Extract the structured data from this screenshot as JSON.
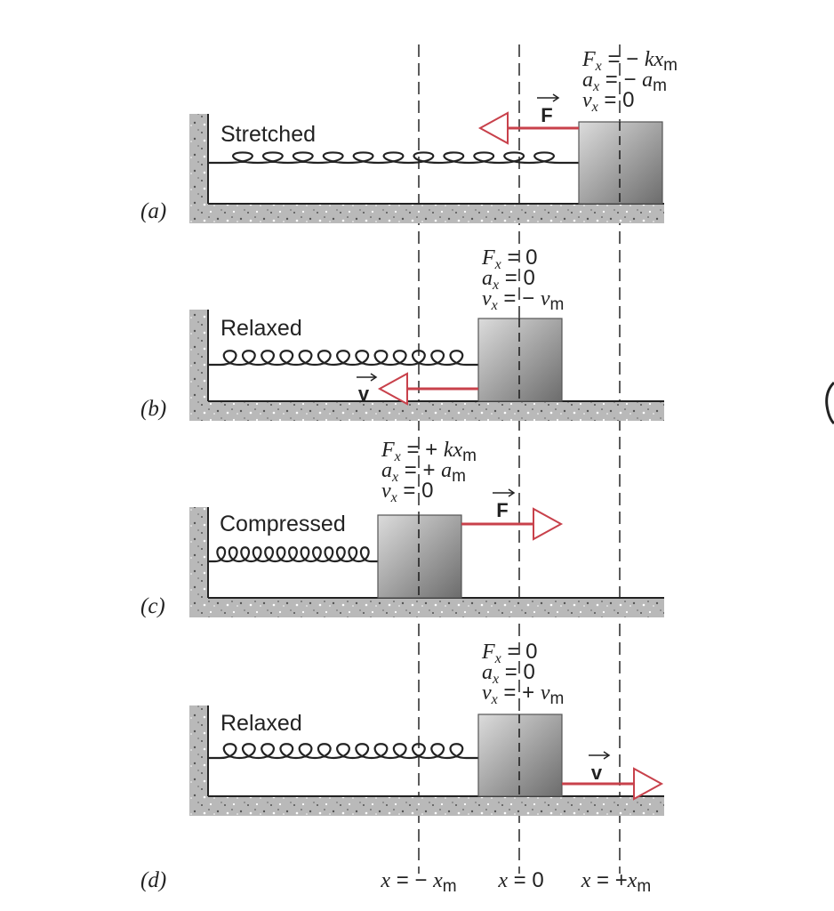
{
  "panels": [
    {
      "id": "a",
      "label": "(a)",
      "state": "Stretched",
      "vector": "F",
      "eq": [
        {
          "v": "F",
          "s": "x",
          "eq": " = − ",
          "r": "kx",
          "rs": "m"
        },
        {
          "v": "a",
          "s": "x",
          "eq": " = − ",
          "r": "a",
          "rs": "m"
        },
        {
          "v": "v",
          "s": "x",
          "eq": " = 0",
          "r": "",
          "rs": ""
        }
      ]
    },
    {
      "id": "b",
      "label": "(b)",
      "state": "Relaxed",
      "vector": "v",
      "eq": [
        {
          "v": "F",
          "s": "x",
          "eq": " = 0",
          "r": "",
          "rs": ""
        },
        {
          "v": "a",
          "s": "x",
          "eq": " = 0",
          "r": "",
          "rs": ""
        },
        {
          "v": "v",
          "s": "x",
          "eq": " = − ",
          "r": "v",
          "rs": "m"
        }
      ]
    },
    {
      "id": "c",
      "label": "(c)",
      "state": "Compressed",
      "vector": "F",
      "eq": [
        {
          "v": "F",
          "s": "x",
          "eq": " = + ",
          "r": "kx",
          "rs": "m"
        },
        {
          "v": "a",
          "s": "x",
          "eq": " = + ",
          "r": "a",
          "rs": "m"
        },
        {
          "v": "v",
          "s": "x",
          "eq": " = 0",
          "r": "",
          "rs": ""
        }
      ]
    },
    {
      "id": "d",
      "label": "(d)",
      "state": "Relaxed",
      "vector": "v",
      "eq": [
        {
          "v": "F",
          "s": "x",
          "eq": " = 0",
          "r": "",
          "rs": ""
        },
        {
          "v": "a",
          "s": "x",
          "eq": " = 0",
          "r": "",
          "rs": ""
        },
        {
          "v": "v",
          "s": "x",
          "eq": " = + ",
          "r": "v",
          "rs": "m"
        }
      ]
    }
  ],
  "positions": [
    {
      "lhs": "x",
      "eq": " = − ",
      "r": "x",
      "rs": "m"
    },
    {
      "lhs": "x",
      "eq": " = 0",
      "r": "",
      "rs": ""
    },
    {
      "lhs": "x",
      "eq": " = +",
      "r": "x",
      "rs": "m"
    }
  ],
  "colors": {
    "arrow": "#c8414b",
    "ink": "#222222",
    "wall": "#bdbdbd",
    "block_dark": "#6c6c6c",
    "block_light": "#dcdcdc"
  }
}
